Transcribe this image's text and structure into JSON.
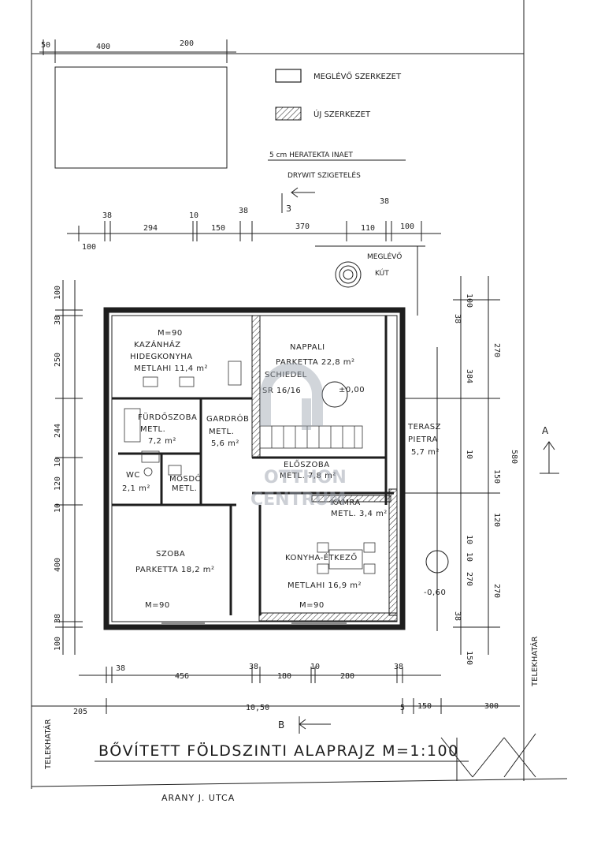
{
  "legend": {
    "existing": "MEGLÉVŐ SZERKEZET",
    "new": "ÚJ SZERKEZET",
    "note1": "5 cm HERATEKTA INAET",
    "note2": "DRYWIT SZIGETELÉS"
  },
  "well_label_1": "MEGLÉVŐ",
  "well_label_2": "KÚT",
  "section_marks": {
    "top": "3",
    "right": "A",
    "bottom": "B"
  },
  "top_dims": [
    "38",
    "294",
    "10",
    "150",
    "38",
    "370",
    "110",
    "100",
    "38"
  ],
  "top_small": [
    "50",
    "400",
    "200",
    "100",
    "10"
  ],
  "bottom_dims_1": [
    "38",
    "456",
    "38",
    "180",
    "10",
    "280",
    "38"
  ],
  "bottom_dims_2": [
    "205",
    "10,50",
    "5",
    "150",
    "300"
  ],
  "left_dims": [
    "100",
    "38",
    "250",
    "244",
    "10",
    "120",
    "10",
    "400",
    "38",
    "100"
  ],
  "right_dims": [
    "100",
    "38",
    "270",
    "384",
    "10",
    "150",
    "10",
    "120",
    "10",
    "270",
    "38",
    "150"
  ],
  "right_dims_2": [
    "580",
    "270"
  ],
  "rooms": {
    "kazan_1": "M=90",
    "kazan_2": "KAZÁNHÁZ",
    "kazan_3": "HIDEGKONYHA",
    "kazan_4": "METLAHI 11,4 m²",
    "nappali_1": "NAPPALI",
    "nappali_2": "PARKETTA 22,8 m²",
    "furdo_1": "FÜRDŐSZOBA",
    "furdo_2": "METL.",
    "furdo_3": "7,2 m²",
    "gardrob_1": "GARDRÓB",
    "gardrob_2": "METL.",
    "gardrob_3": "5,6 m²",
    "eloszoba_1": "ELŐSZOBA",
    "eloszoba_2": "METL. 7,8 m²",
    "wc_1": "WC",
    "wc_2": "2,1 m²",
    "mosdo_1": "MOSDÓ",
    "mosdo_2": "METL.",
    "terasz_1": "TERASZ",
    "terasz_2": "PIETRA",
    "terasz_3": "5,7 m²",
    "kamra_1": "KAMRA",
    "kamra_2": "METL. 3,4 m²",
    "szoba_1": "SZOBA",
    "szoba_2": "PARKETTA 18,2 m²",
    "szoba_3": "M=90",
    "konyha_1": "KONYHA-ÉTKEZŐ",
    "konyha_2": "METLAHI 16,9 m²",
    "konyha_3": "M=90",
    "level_1": "±0,00",
    "level_2": "-0,60",
    "schiedel": "SCHIEDEL",
    "sr": "SR 16/16"
  },
  "boundary_label": "TELEKHATÁR",
  "title": "BŐVÍTETT FÖLDSZINTI ALAPRAJZ M=1:100",
  "street": "ARANY J. UTCA",
  "watermark_1": "OTTHON",
  "watermark_2": "CENTRUM"
}
